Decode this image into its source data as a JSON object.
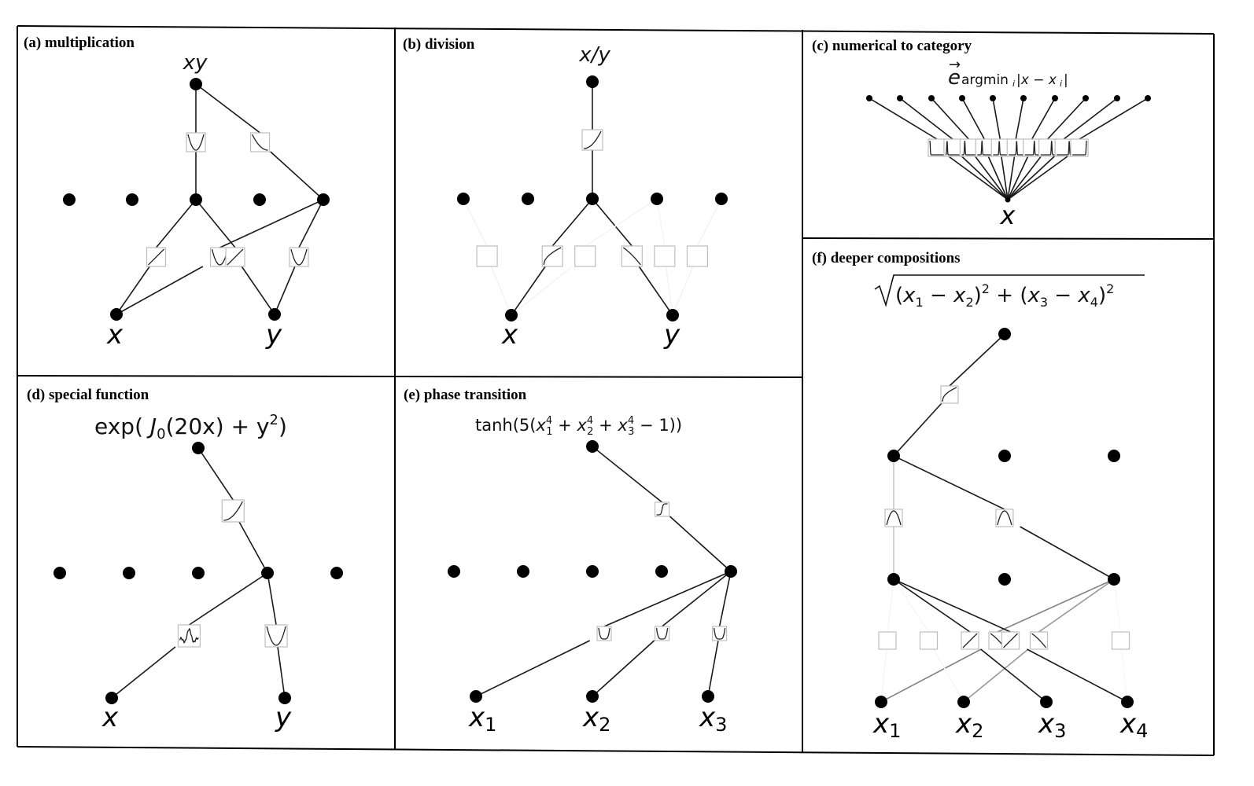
{
  "figure": {
    "panels": [
      {
        "id": "a",
        "title": "(a) multiplication",
        "formula": "xy",
        "inputs": [
          "x",
          "y"
        ]
      },
      {
        "id": "b",
        "title": "(b) division",
        "formula": "x/y",
        "inputs": [
          "x",
          "y"
        ]
      },
      {
        "id": "c",
        "title": "(c) numerical to category",
        "formula": "e⃗argmin_i|x − x_i|",
        "formula_main": "e⃗",
        "formula_sub": "argmin",
        "formula_sub_i": "i",
        "formula_tail": "|x − x",
        "formula_tail_i": "i",
        "formula_close": "|",
        "inputs": [
          "x"
        ]
      },
      {
        "id": "d",
        "title": "(d) special function",
        "formula": "exp( J0(20x) + y²)",
        "inputs": [
          "x",
          "y"
        ]
      },
      {
        "id": "e",
        "title": "(e) phase transition",
        "formula": "tanh(5(x1⁴ + x2⁴ + x3⁴ − 1))",
        "inputs": [
          "x1",
          "x2",
          "x3"
        ]
      },
      {
        "id": "f",
        "title": "(f) deeper compositions",
        "formula": "√((x1 − x2)² + (x3 − x4)²)",
        "inputs": [
          "x1",
          "x2",
          "x3",
          "x4"
        ]
      }
    ]
  },
  "labels": {
    "a_title": "(a) multiplication",
    "a_formula": "xy",
    "a_in0": "x",
    "a_in1": "y",
    "b_title": "(b) division",
    "b_formula": "x/y",
    "b_in0": "x",
    "b_in1": "y",
    "c_title": "(c) numerical to category",
    "c_e": "e",
    "c_arrow": "→",
    "c_sub": "argmin",
    "c_sub_i": "i",
    "c_tail": "|x − x",
    "c_tail_i": "i",
    "c_close": "|",
    "c_in0": "x",
    "d_title": "(d) special function",
    "d_formula_pre": "exp( ",
    "d_J": "J",
    "d_J_sub": "0",
    "d_formula_mid": "(20x) + y",
    "d_sup": "2",
    "d_close": ")",
    "d_in0": "x",
    "d_in1": "y",
    "e_title": "(e) phase transition",
    "e_pre": "tanh(5(",
    "e_x": "x",
    "e_s1": "1",
    "e_s2": "2",
    "e_s3": "3",
    "e_p4": "4",
    "e_plus": " + ",
    "e_tail": " − 1))",
    "e_in0": "x",
    "e_in1": "x",
    "e_in2": "x",
    "e_sub1": "1",
    "e_sub2": "2",
    "e_sub3": "3",
    "f_title": "(f) deeper compositions",
    "f_formula": "(x₁ − x₂)² + (x₃ − x₄)²",
    "f_open1": "(",
    "f_x": "x",
    "f_minus": " − ",
    "f_close": ")",
    "f_plus": " + ",
    "f_s1": "1",
    "f_s2": "2",
    "f_s3": "3",
    "f_s4": "4",
    "f_sq": "2",
    "f_in0": "x",
    "f_in1": "x",
    "f_in2": "x",
    "f_in3": "x",
    "f_sub1": "1",
    "f_sub2": "2",
    "f_sub3": "3",
    "f_sub4": "4"
  },
  "chart_data": [
    {
      "type": "diagram",
      "panel": "a",
      "title": "(a) multiplication",
      "output": "xy",
      "layers": [
        [
          "x",
          "y"
        ],
        [
          0,
          1,
          2,
          3,
          4
        ],
        [
          "xy"
        ]
      ],
      "activations_layer0": [
        {
          "from": 0,
          "to": 2,
          "shape": "linear",
          "strength": 1.0
        },
        {
          "from": 0,
          "to": 4,
          "shape": "quadratic",
          "strength": 1.0
        },
        {
          "from": 1,
          "to": 2,
          "shape": "linear",
          "strength": 1.0
        },
        {
          "from": 1,
          "to": 4,
          "shape": "quadratic",
          "strength": 1.0
        }
      ],
      "activations_layer1": [
        {
          "from": 2,
          "to": 0,
          "shape": "quadratic",
          "strength": 1.0
        },
        {
          "from": 4,
          "to": 0,
          "shape": "decreasing-convex",
          "strength": 1.0
        }
      ]
    },
    {
      "type": "diagram",
      "panel": "b",
      "title": "(b) division",
      "output": "x/y",
      "layers": [
        [
          "x",
          "y"
        ],
        [
          0,
          1,
          2,
          3,
          4
        ],
        [
          "x/y"
        ]
      ],
      "activations_layer0": [
        {
          "from": 0,
          "to": 2,
          "shape": "log-like",
          "strength": 1.0
        },
        {
          "from": 1,
          "to": 2,
          "shape": "decreasing",
          "strength": 1.0
        },
        {
          "from": 0,
          "to": 0,
          "shape": "faint",
          "strength": 0.05
        },
        {
          "from": 0,
          "to": 3,
          "shape": "faint",
          "strength": 0.05
        },
        {
          "from": 1,
          "to": 3,
          "shape": "faint",
          "strength": 0.05
        },
        {
          "from": 1,
          "to": 4,
          "shape": "faint",
          "strength": 0.05
        }
      ],
      "activations_layer1": [
        {
          "from": 2,
          "to": 0,
          "shape": "exp-like",
          "strength": 1.0
        }
      ]
    },
    {
      "type": "diagram",
      "panel": "c",
      "title": "(c) numerical to category",
      "output": "e_argmin_i|x − x_i|",
      "layers": [
        [
          "x"
        ],
        [
          0,
          1,
          2,
          3,
          4,
          5,
          6,
          7,
          8,
          9
        ]
      ],
      "activations_layer0": [
        {
          "from": 0,
          "to": 0,
          "shape": "spike",
          "peak": 0.0
        },
        {
          "from": 0,
          "to": 1,
          "shape": "spike",
          "peak": 0.11
        },
        {
          "from": 0,
          "to": 2,
          "shape": "spike",
          "peak": 0.22
        },
        {
          "from": 0,
          "to": 3,
          "shape": "spike",
          "peak": 0.33
        },
        {
          "from": 0,
          "to": 4,
          "shape": "spike",
          "peak": 0.44
        },
        {
          "from": 0,
          "to": 5,
          "shape": "spike",
          "peak": 0.56
        },
        {
          "from": 0,
          "to": 6,
          "shape": "spike",
          "peak": 0.67
        },
        {
          "from": 0,
          "to": 7,
          "shape": "spike",
          "peak": 0.78
        },
        {
          "from": 0,
          "to": 8,
          "shape": "spike",
          "peak": 0.89
        },
        {
          "from": 0,
          "to": 9,
          "shape": "spike",
          "peak": 1.0
        }
      ]
    },
    {
      "type": "diagram",
      "panel": "d",
      "title": "(d) special function",
      "output": "exp( J0(20x) + y^2)",
      "layers": [
        [
          "x",
          "y"
        ],
        [
          0,
          1,
          2,
          3,
          4
        ],
        [
          "out"
        ]
      ],
      "activations_layer0": [
        {
          "from": 0,
          "to": 3,
          "shape": "bessel",
          "strength": 1.0
        },
        {
          "from": 1,
          "to": 3,
          "shape": "quadratic",
          "strength": 1.0
        }
      ],
      "activations_layer1": [
        {
          "from": 3,
          "to": 0,
          "shape": "exp-like",
          "strength": 1.0
        }
      ]
    },
    {
      "type": "diagram",
      "panel": "e",
      "title": "(e) phase transition",
      "output": "tanh(5(x1^4 + x2^4 + x3^4 − 1))",
      "layers": [
        [
          "x1",
          "x2",
          "x3"
        ],
        [
          0,
          1,
          2,
          3,
          4
        ],
        [
          "out"
        ]
      ],
      "activations_layer0": [
        {
          "from": 0,
          "to": 4,
          "shape": "quartic",
          "strength": 1.0
        },
        {
          "from": 1,
          "to": 4,
          "shape": "quartic",
          "strength": 1.0
        },
        {
          "from": 2,
          "to": 4,
          "shape": "quartic",
          "strength": 1.0
        }
      ],
      "activations_layer1": [
        {
          "from": 4,
          "to": 0,
          "shape": "tanh",
          "strength": 1.0
        }
      ]
    },
    {
      "type": "diagram",
      "panel": "f",
      "title": "(f) deeper compositions",
      "output": "sqrt((x1 − x2)^2 + (x3 − x4)^2)",
      "layers": [
        [
          "x1",
          "x2",
          "x3",
          "x4"
        ],
        [
          0,
          1,
          2
        ],
        [
          0,
          1,
          2
        ],
        [
          "out"
        ]
      ],
      "activations_layer0": [
        {
          "from": 0,
          "to": 2,
          "shape": "decreasing",
          "strength": 0.55
        },
        {
          "from": 1,
          "to": 2,
          "shape": "decreasing",
          "strength": 0.45
        },
        {
          "from": 2,
          "to": 0,
          "shape": "linear",
          "strength": 1.0
        },
        {
          "from": 3,
          "to": 0,
          "shape": "linear",
          "strength": 1.0
        },
        {
          "from": 0,
          "to": 0,
          "shape": "faint",
          "strength": 0.04
        },
        {
          "from": 1,
          "to": 0,
          "shape": "faint",
          "strength": 0.04
        },
        {
          "from": 3,
          "to": 2,
          "shape": "faint",
          "strength": 0.03
        }
      ],
      "activations_layer1": [
        {
          "from": 0,
          "to": 0,
          "shape": "inverted-quadratic",
          "strength": 0.25
        },
        {
          "from": 2,
          "to": 0,
          "shape": "inverted-quadratic",
          "strength": 1.0
        }
      ],
      "activations_layer2": [
        {
          "from": 0,
          "to": 0,
          "shape": "sqrt",
          "strength": 1.0
        }
      ]
    }
  ]
}
